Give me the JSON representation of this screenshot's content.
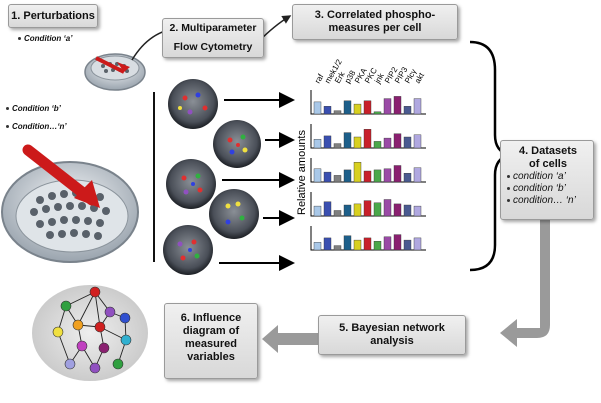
{
  "step1": {
    "title": "1. Perturbations",
    "cond_a": "Condition ‘a’",
    "cond_b": "Condition ‘b’",
    "cond_n": "Condition…‘n’"
  },
  "step2": {
    "title": "2. Multiparameter",
    "subtitle": "Flow Cytometry"
  },
  "step3": {
    "title_line1": "3. Correlated phospho-",
    "title_line2": "measures per cell"
  },
  "step4": {
    "title_line1": "4. Datasets",
    "title_line2": "of cells",
    "items": [
      "condition ‘a’",
      "condition ‘b’",
      "condition… ‘n’"
    ]
  },
  "step5": {
    "title_line1": "5. Bayesian network",
    "title_line2": "analysis"
  },
  "step6": {
    "title_line1": "6. Influence",
    "title_line2": "diagram of",
    "title_line3": "measured",
    "title_line4": "variables"
  },
  "chart": {
    "ylabel": "Relative amounts",
    "markers": [
      "raf",
      "mek1/2",
      "Erk",
      "p38",
      "PKA",
      "PKC",
      "jnk",
      "PIP2",
      "PIP3",
      "Plcγ",
      "akt"
    ],
    "colors": [
      "#a9c8e8",
      "#3a4fb0",
      "#7f7f7f",
      "#1d5f8a",
      "#d8d020",
      "#c8202a",
      "#4aa84a",
      "#9a4aa6",
      "#8a2070",
      "#4a5a90",
      "#b0a8e0"
    ],
    "rows": [
      [
        0.55,
        0.35,
        0.15,
        0.6,
        0.45,
        0.6,
        0.1,
        0.7,
        0.8,
        0.35,
        0.7
      ],
      [
        0.4,
        0.55,
        0.2,
        0.7,
        0.5,
        0.85,
        0.3,
        0.45,
        0.65,
        0.5,
        0.6
      ],
      [
        0.6,
        0.45,
        0.3,
        0.55,
        0.9,
        0.5,
        0.55,
        0.6,
        0.75,
        0.4,
        0.65
      ],
      [
        0.45,
        0.65,
        0.25,
        0.5,
        0.55,
        0.7,
        0.6,
        0.75,
        0.55,
        0.5,
        0.45
      ],
      [
        0.35,
        0.55,
        0.2,
        0.65,
        0.45,
        0.55,
        0.4,
        0.6,
        0.7,
        0.45,
        0.55
      ]
    ]
  },
  "colors": {
    "box_bg": "#e2e2e2",
    "arrow_gray": "#9a9a9a",
    "arrow_red": "#cc1a1a"
  }
}
